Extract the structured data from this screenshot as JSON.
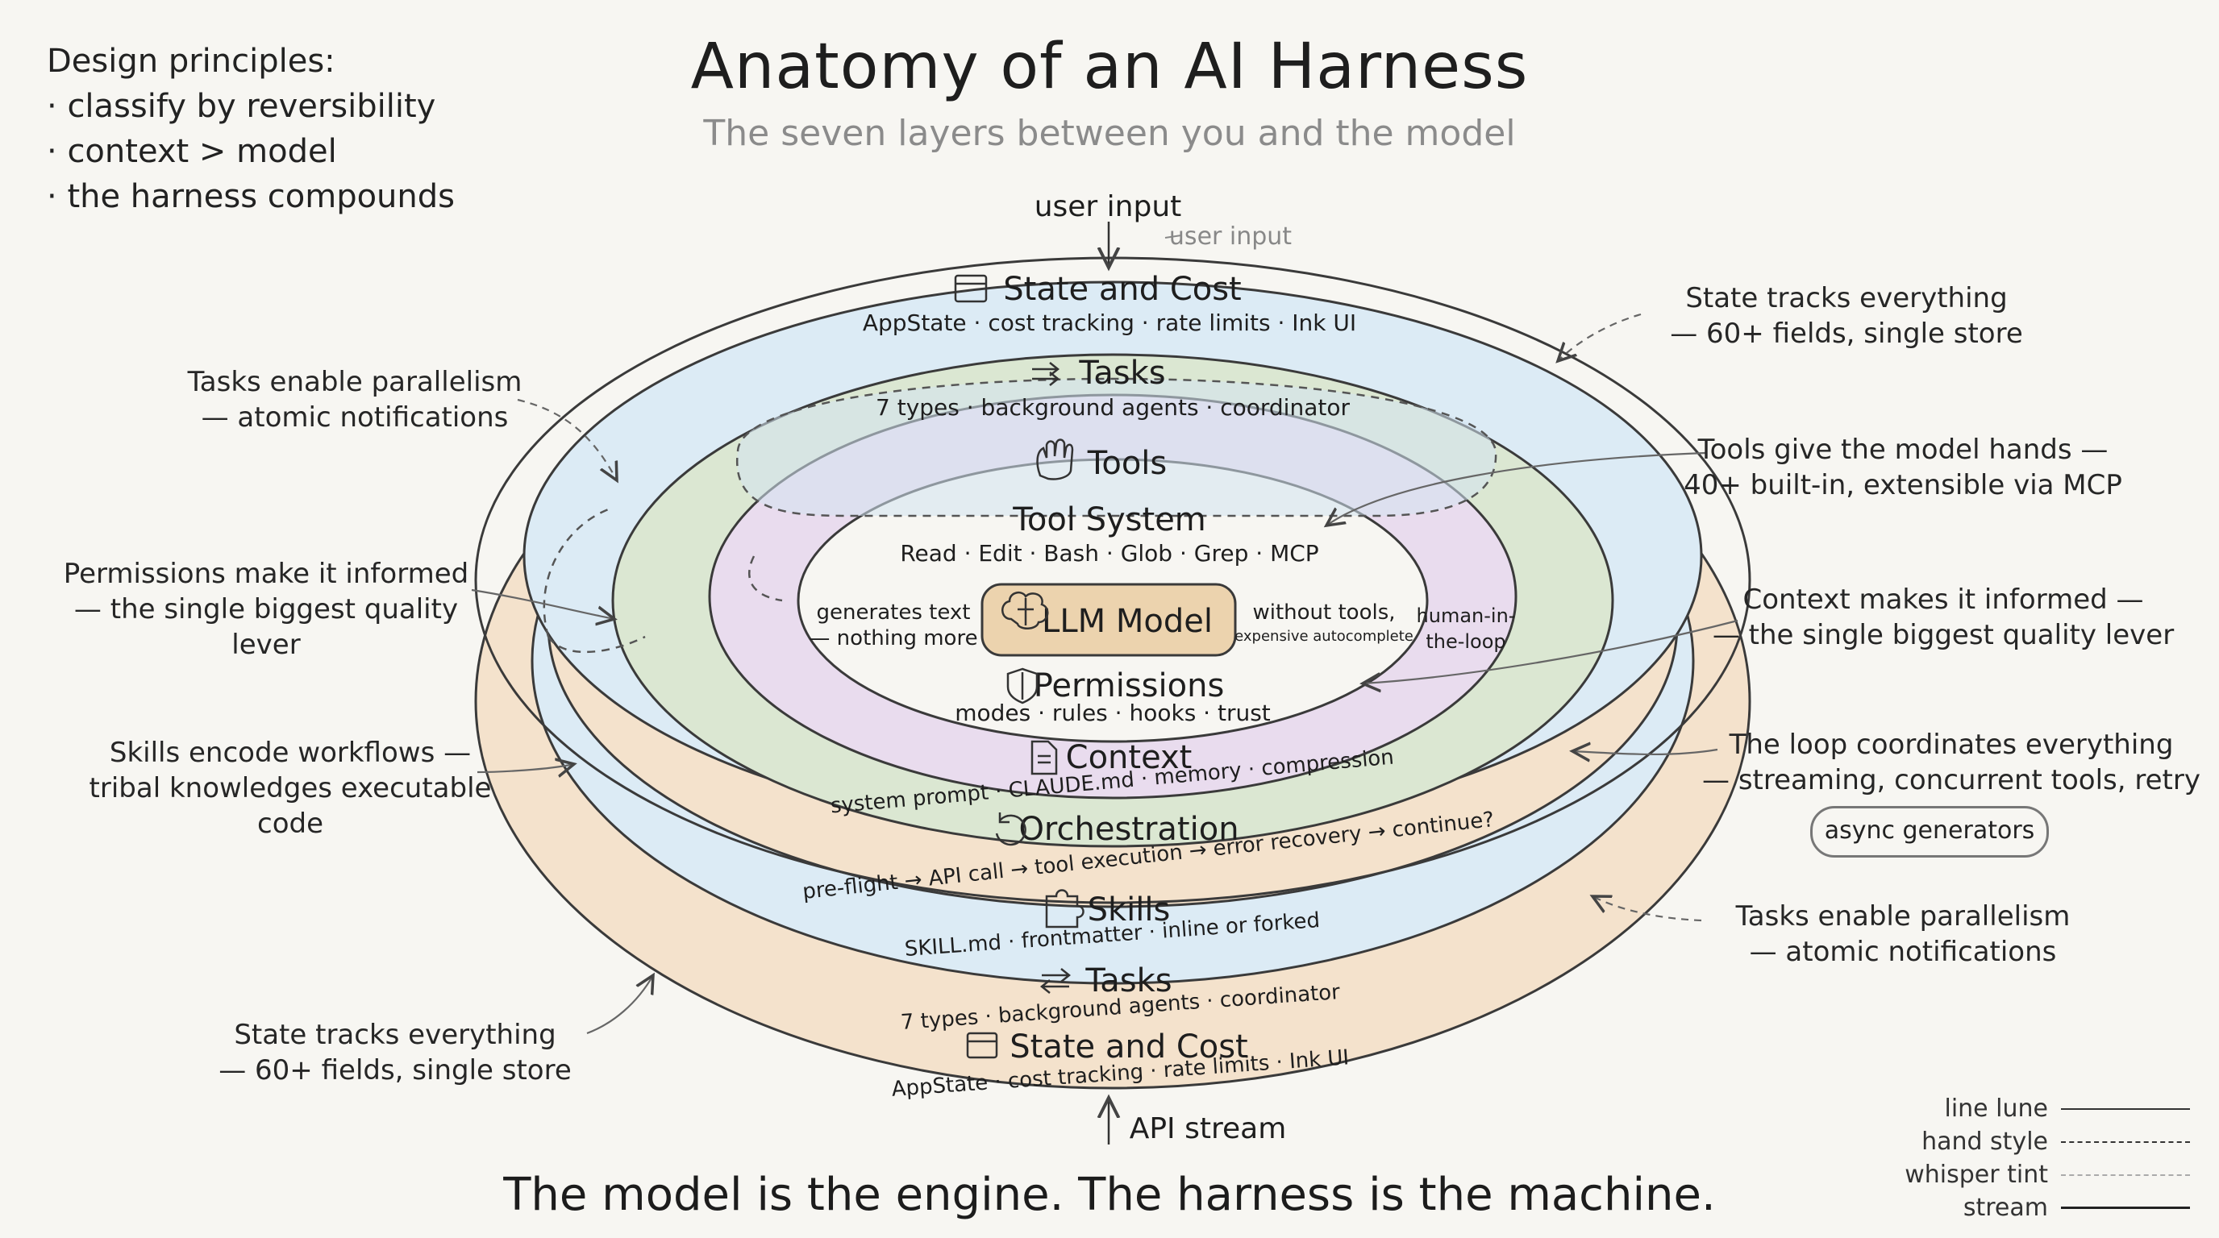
{
  "header": {
    "title": "Anatomy of an AI Harness",
    "subtitle": "The seven layers between you and the model"
  },
  "principles": {
    "heading": "Design principles:",
    "items": [
      "classify by reversibility",
      "context > model",
      "the harness compounds"
    ]
  },
  "flow": {
    "top_input": "user input",
    "top_input_echo": "user input",
    "bottom_input": "API stream"
  },
  "layers": {
    "state_top": {
      "title": "State and Cost",
      "detail": "AppState · cost tracking · rate limits · Ink UI",
      "icon": "window-icon"
    },
    "tasks_top": {
      "title": "Tasks",
      "detail": "7 types · background agents · coordinator",
      "icon": "arrows-icon"
    },
    "tools": {
      "title": "Tools",
      "icon": "hand-icon"
    },
    "tool_system": {
      "title": "Tool System",
      "detail": "Read · Edit · Bash · Glob · Grep · MCP"
    },
    "model": {
      "title": "LLM Model",
      "icon": "brain-icon"
    },
    "model_left": {
      "line1": "generates text",
      "line2": "— nothing more"
    },
    "model_right": {
      "line1": "without tools,",
      "line2": "expensive autocomplete"
    },
    "human": {
      "line1": "human-in-",
      "line2": "the-loop"
    },
    "permissions": {
      "title": "Permissions",
      "detail": "modes · rules · hooks · trust",
      "icon": "shield-icon"
    },
    "context": {
      "title": "Context",
      "detail": "system prompt · CLAUDE.md · memory · compression",
      "icon": "document-icon"
    },
    "orchestration": {
      "title": "Orchestration",
      "detail": "pre-flight → API call → tool execution → error recovery → continue?",
      "icon": "refresh-icon"
    },
    "skills": {
      "title": "Skills",
      "detail": "SKILL.md · frontmatter · inline or forked",
      "icon": "puzzle-icon"
    },
    "tasks_bottom": {
      "title": "Tasks",
      "detail": "7 types · background agents · coordinator",
      "icon": "swap-icon"
    },
    "state_bottom": {
      "title": "State and Cost",
      "detail": "AppState · cost tracking · rate limits · Ink UI",
      "icon": "window-icon"
    }
  },
  "annotations": {
    "right": [
      {
        "title": "State tracks everything",
        "sub": "60+ fields, single store"
      },
      {
        "title": "Tools give the model hands —",
        "sub": "40+ built-in, extensible via MCP",
        "nodash": true
      },
      {
        "title": "Context makes it informed —",
        "sub": "the single biggest quality lever",
        "nodash": true
      },
      {
        "title": "The loop coordinates everything",
        "sub": "streaming, concurrent tools, retry"
      },
      {
        "title": "Tasks enable parallelism",
        "sub": "atomic notifications"
      }
    ],
    "left": [
      {
        "title": "Tasks enable parallelism",
        "sub": "atomic notifications"
      },
      {
        "title": "Permissions make it informed",
        "sub": "the single biggest quality lever"
      },
      {
        "title": "Skills encode workflows —",
        "sub": "tribal knowledges executable code",
        "nodash": true
      },
      {
        "title": "State tracks everything",
        "sub": "60+ fields, single store"
      }
    ],
    "pill": "async generators"
  },
  "legend": [
    {
      "label": "line lune",
      "style": "solid"
    },
    {
      "label": "hand style",
      "style": "dashed"
    },
    {
      "label": "whisper tint",
      "style": "tint"
    },
    {
      "label": "stream",
      "style": "stream"
    }
  ],
  "colors": {
    "peach": "#f4e2cc",
    "blue": "#dcebf5",
    "green": "#dbe7d2",
    "lavender": "#e9dcee",
    "model": "#ecd3ae",
    "ink": "#222222"
  },
  "tagline": "The model is the engine. The harness is the machine."
}
